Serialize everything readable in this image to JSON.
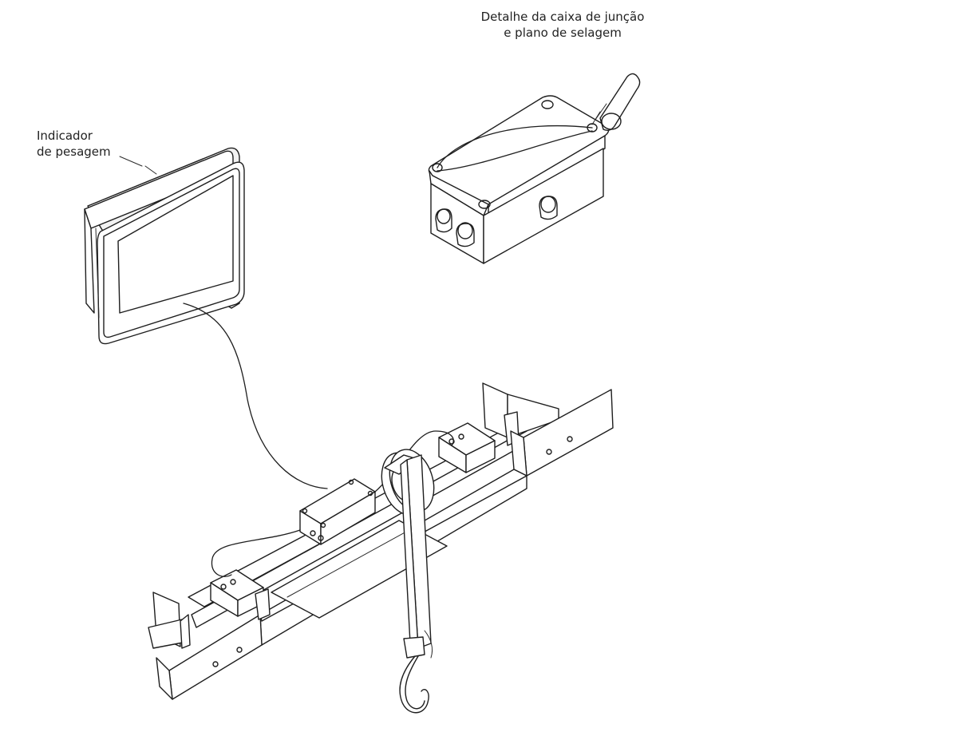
{
  "labels": {
    "junction_detail": [
      "Detalhe da caixa de junção",
      "e plano de selagem"
    ],
    "indicator": [
      "Indicador",
      "de pesagem"
    ]
  },
  "icons": {
    "indicator": "weighing-indicator-display",
    "junction_box": "sealed-junction-box",
    "scale": "hanging-hook-scale-rail"
  }
}
